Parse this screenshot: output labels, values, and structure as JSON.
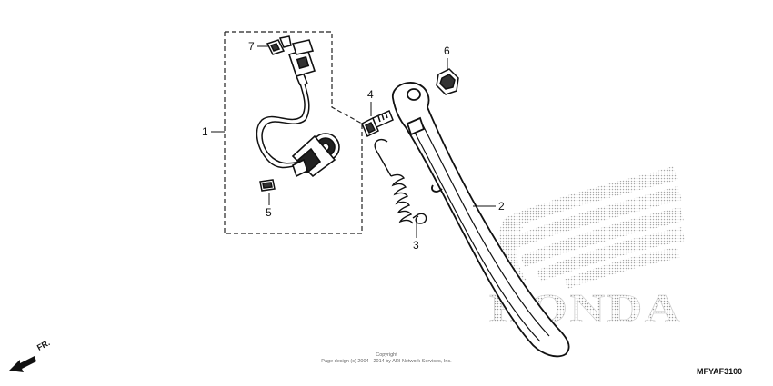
{
  "diagram": {
    "callouts": [
      {
        "id": "1",
        "label": "1"
      },
      {
        "id": "2",
        "label": "2"
      },
      {
        "id": "3",
        "label": "3"
      },
      {
        "id": "4",
        "label": "4"
      },
      {
        "id": "5",
        "label": "5"
      },
      {
        "id": "6",
        "label": "6"
      },
      {
        "id": "7",
        "label": "7"
      }
    ],
    "brand_watermark": "HONDA",
    "front_indicator": "FR.",
    "copyright_line1": "Copyright",
    "copyright_line2": "Page design (c) 2004 - 2014 by ARI Network Services, Inc.",
    "diagram_code": "MFYAF3100"
  }
}
